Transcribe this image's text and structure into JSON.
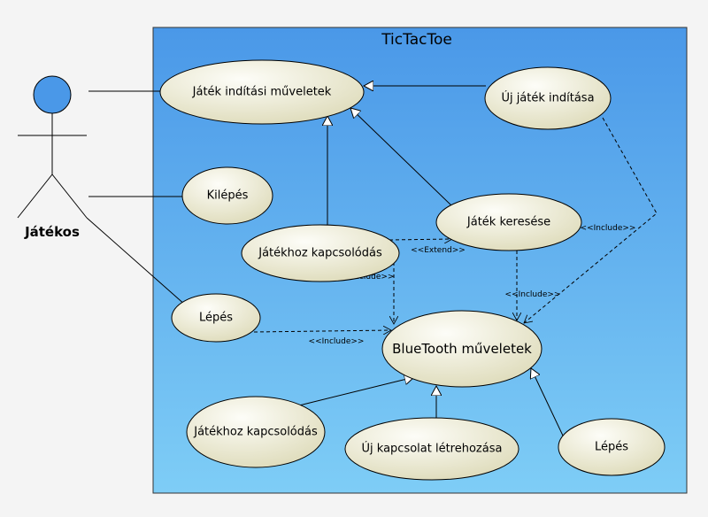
{
  "system": {
    "title": "TicTacToe"
  },
  "actor": {
    "name": "Játékos"
  },
  "use_cases": {
    "jatek_inditasi": "Játék indítási műveletek",
    "uj_jatek": "Új játék indítása",
    "kilepes": "Kilépés",
    "jatek_kereses": "Játék keresése",
    "jatekhoz_kapcsolodas": "Játékhoz kapcsolódás",
    "lepes": "Lépés",
    "bluetooth": "BlueTooth műveletek",
    "bt_jatekhoz_kapcsolodas": "Játékhoz kapcsolódás",
    "bt_uj_kapcsolat": "Új kapcsolat létrehozása",
    "bt_lepes": "Lépés"
  },
  "stereotypes": {
    "include_uj_jatek": "<<Include>>",
    "extend": "<<Extend>>",
    "include_kapcsolodas": "<<Include>>",
    "include_kereses": "<<Include>>",
    "include_lepes": "<<Include>>"
  },
  "colors": {
    "system_top": "#4a98e8",
    "system_bottom": "#7ecdf6",
    "usecase_top": "#fdfdf8",
    "usecase_bottom": "#dcd9b6",
    "actor_head": "#4a98e8"
  }
}
